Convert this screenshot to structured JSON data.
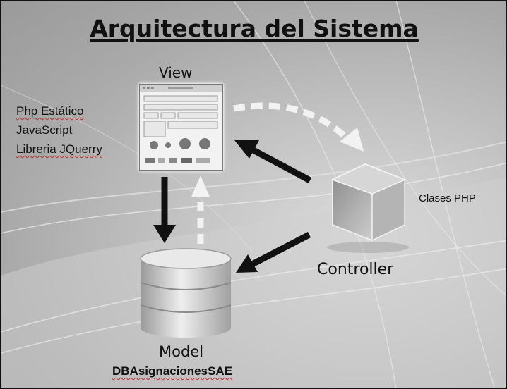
{
  "title": "Arquitectura del Sistema",
  "nodes": {
    "view": {
      "label": "View"
    },
    "controller": {
      "label": "Controller",
      "note": "Clases PHP"
    },
    "model": {
      "label": "Model",
      "note": "DBAsignacionesSAE"
    }
  },
  "technologies": [
    "Php Estático",
    "JavaScript",
    "Libreria JQuerry"
  ],
  "colors": {
    "arrow_solid": "#111111",
    "arrow_dashed": "#f2f2f2",
    "background": "#b8b8b8"
  }
}
